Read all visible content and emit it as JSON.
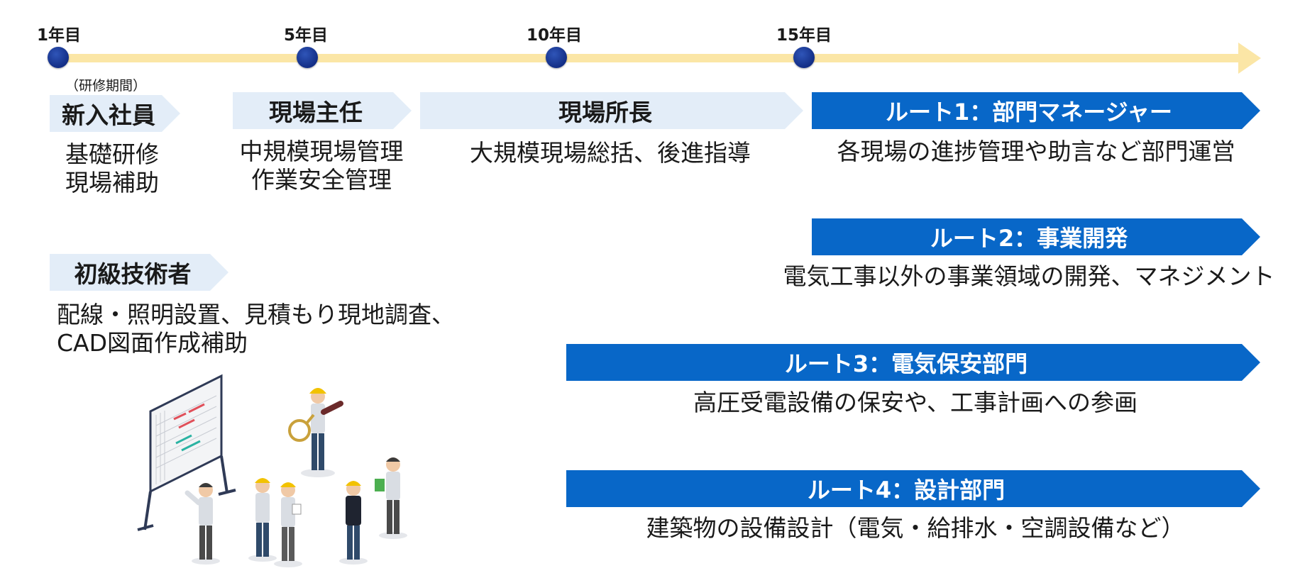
{
  "timeline": {
    "ticks": [
      {
        "label": "1年目"
      },
      {
        "label": "5年目"
      },
      {
        "label": "10年目"
      },
      {
        "label": "15年目"
      }
    ]
  },
  "stages": {
    "newcomer": {
      "note": "（研修期間）",
      "title": "新入社員",
      "lines": [
        "基礎研修",
        "現場補助"
      ]
    },
    "site_chief": {
      "title": "現場主任",
      "lines": [
        "中規模現場管理",
        "作業安全管理"
      ]
    },
    "site_manager": {
      "title": "現場所長",
      "lines": [
        "大規模現場総括、後進指導"
      ]
    },
    "junior_engineer": {
      "title": "初級技術者",
      "lines": [
        "配線・照明設置、見積もり現地調査、",
        "CAD図面作成補助"
      ]
    }
  },
  "routes": [
    {
      "title": "ルート1：部門マネージャー",
      "desc": "各現場の進捗管理や助言など部門運営"
    },
    {
      "title": "ルート2：事業開発",
      "desc": "電気工事以外の事業領域の開発、マネジメント"
    },
    {
      "title": "ルート3：電気保安部門",
      "desc": "高圧受電設備の保安や、工事計画への参画"
    },
    {
      "title": "ルート4：設計部門",
      "desc": "建築物の設備設計（電気・給排水・空調設備など）"
    }
  ],
  "colors": {
    "timeline": "#fbe6a6",
    "dot": "#132e86",
    "stage_banner": "#e3edf8",
    "route_banner": "#0867c8"
  }
}
